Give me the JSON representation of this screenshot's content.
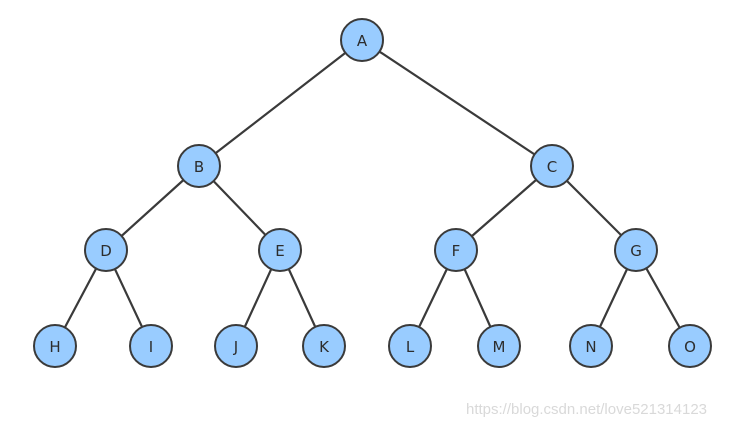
{
  "tree": {
    "nodes": [
      {
        "id": "A",
        "label": "A"
      },
      {
        "id": "B",
        "label": "B"
      },
      {
        "id": "C",
        "label": "C"
      },
      {
        "id": "D",
        "label": "D"
      },
      {
        "id": "E",
        "label": "E"
      },
      {
        "id": "F",
        "label": "F"
      },
      {
        "id": "G",
        "label": "G"
      },
      {
        "id": "H",
        "label": "H"
      },
      {
        "id": "I",
        "label": "I"
      },
      {
        "id": "J",
        "label": "J"
      },
      {
        "id": "K",
        "label": "K"
      },
      {
        "id": "L",
        "label": "L"
      },
      {
        "id": "M",
        "label": "M"
      },
      {
        "id": "N",
        "label": "N"
      },
      {
        "id": "O",
        "label": "O"
      }
    ],
    "edges": [
      [
        "A",
        "B"
      ],
      [
        "A",
        "C"
      ],
      [
        "B",
        "D"
      ],
      [
        "B",
        "E"
      ],
      [
        "C",
        "F"
      ],
      [
        "C",
        "G"
      ],
      [
        "D",
        "H"
      ],
      [
        "D",
        "I"
      ],
      [
        "E",
        "J"
      ],
      [
        "E",
        "K"
      ],
      [
        "F",
        "L"
      ],
      [
        "F",
        "M"
      ],
      [
        "G",
        "N"
      ],
      [
        "G",
        "O"
      ]
    ],
    "colors": {
      "node_fill": "#99ccff",
      "node_stroke": "#3a3a3a",
      "edge": "#3a3a3a",
      "label": "#2d2d2d"
    }
  },
  "watermark": {
    "text": "https://blog.csdn.net/love521314123"
  }
}
